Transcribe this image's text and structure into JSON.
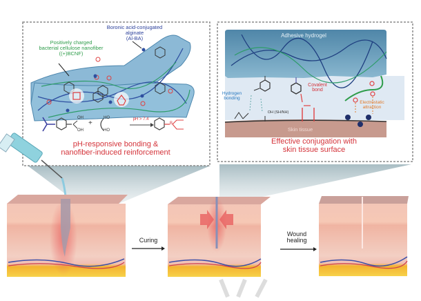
{
  "panel_left": {
    "label_bcnf": [
      "Positively charged",
      "bacterial cellulose nanofiber",
      "((+)BCNF)"
    ],
    "label_alba": [
      "Boronic acid-conjugated",
      "alginate",
      "(Al-BA)"
    ],
    "reaction": {
      "reactant1_groups": [
        "OH",
        "OH"
      ],
      "plus": "+",
      "reactant2_groups": [
        "HO",
        "HO"
      ],
      "condition": "pH > 7.4",
      "product_atom": "B"
    },
    "caption": [
      "pH-responsive bonding &",
      "nanofiber-induced reinforcement"
    ]
  },
  "panel_right": {
    "hydrogel_label": "Adhesive hydrogel",
    "skin_label": "Skin tissue",
    "hydrogen_bonding": [
      "Hydrogen",
      "bonding"
    ],
    "covalent_bond": [
      "Covalent",
      "bond"
    ],
    "electrostatic": [
      "Electrostatic",
      "attraction"
    ],
    "oh_label": "OH (SH/NH)",
    "caption": [
      "Effective conjugation with",
      "skin tissue surface"
    ]
  },
  "steps": {
    "curing": "Curing",
    "wound_healing": [
      "Wound",
      "healing"
    ]
  },
  "colors": {
    "caption_red": "#d4333a",
    "green_label": "#2e9c4a",
    "blue_label": "#2a3f9a",
    "hydrogel": "#6b9fc0",
    "skin_top": "#c9a09a",
    "fat_yellow": "#f2c21b",
    "orange_label": "#e07a2a"
  }
}
